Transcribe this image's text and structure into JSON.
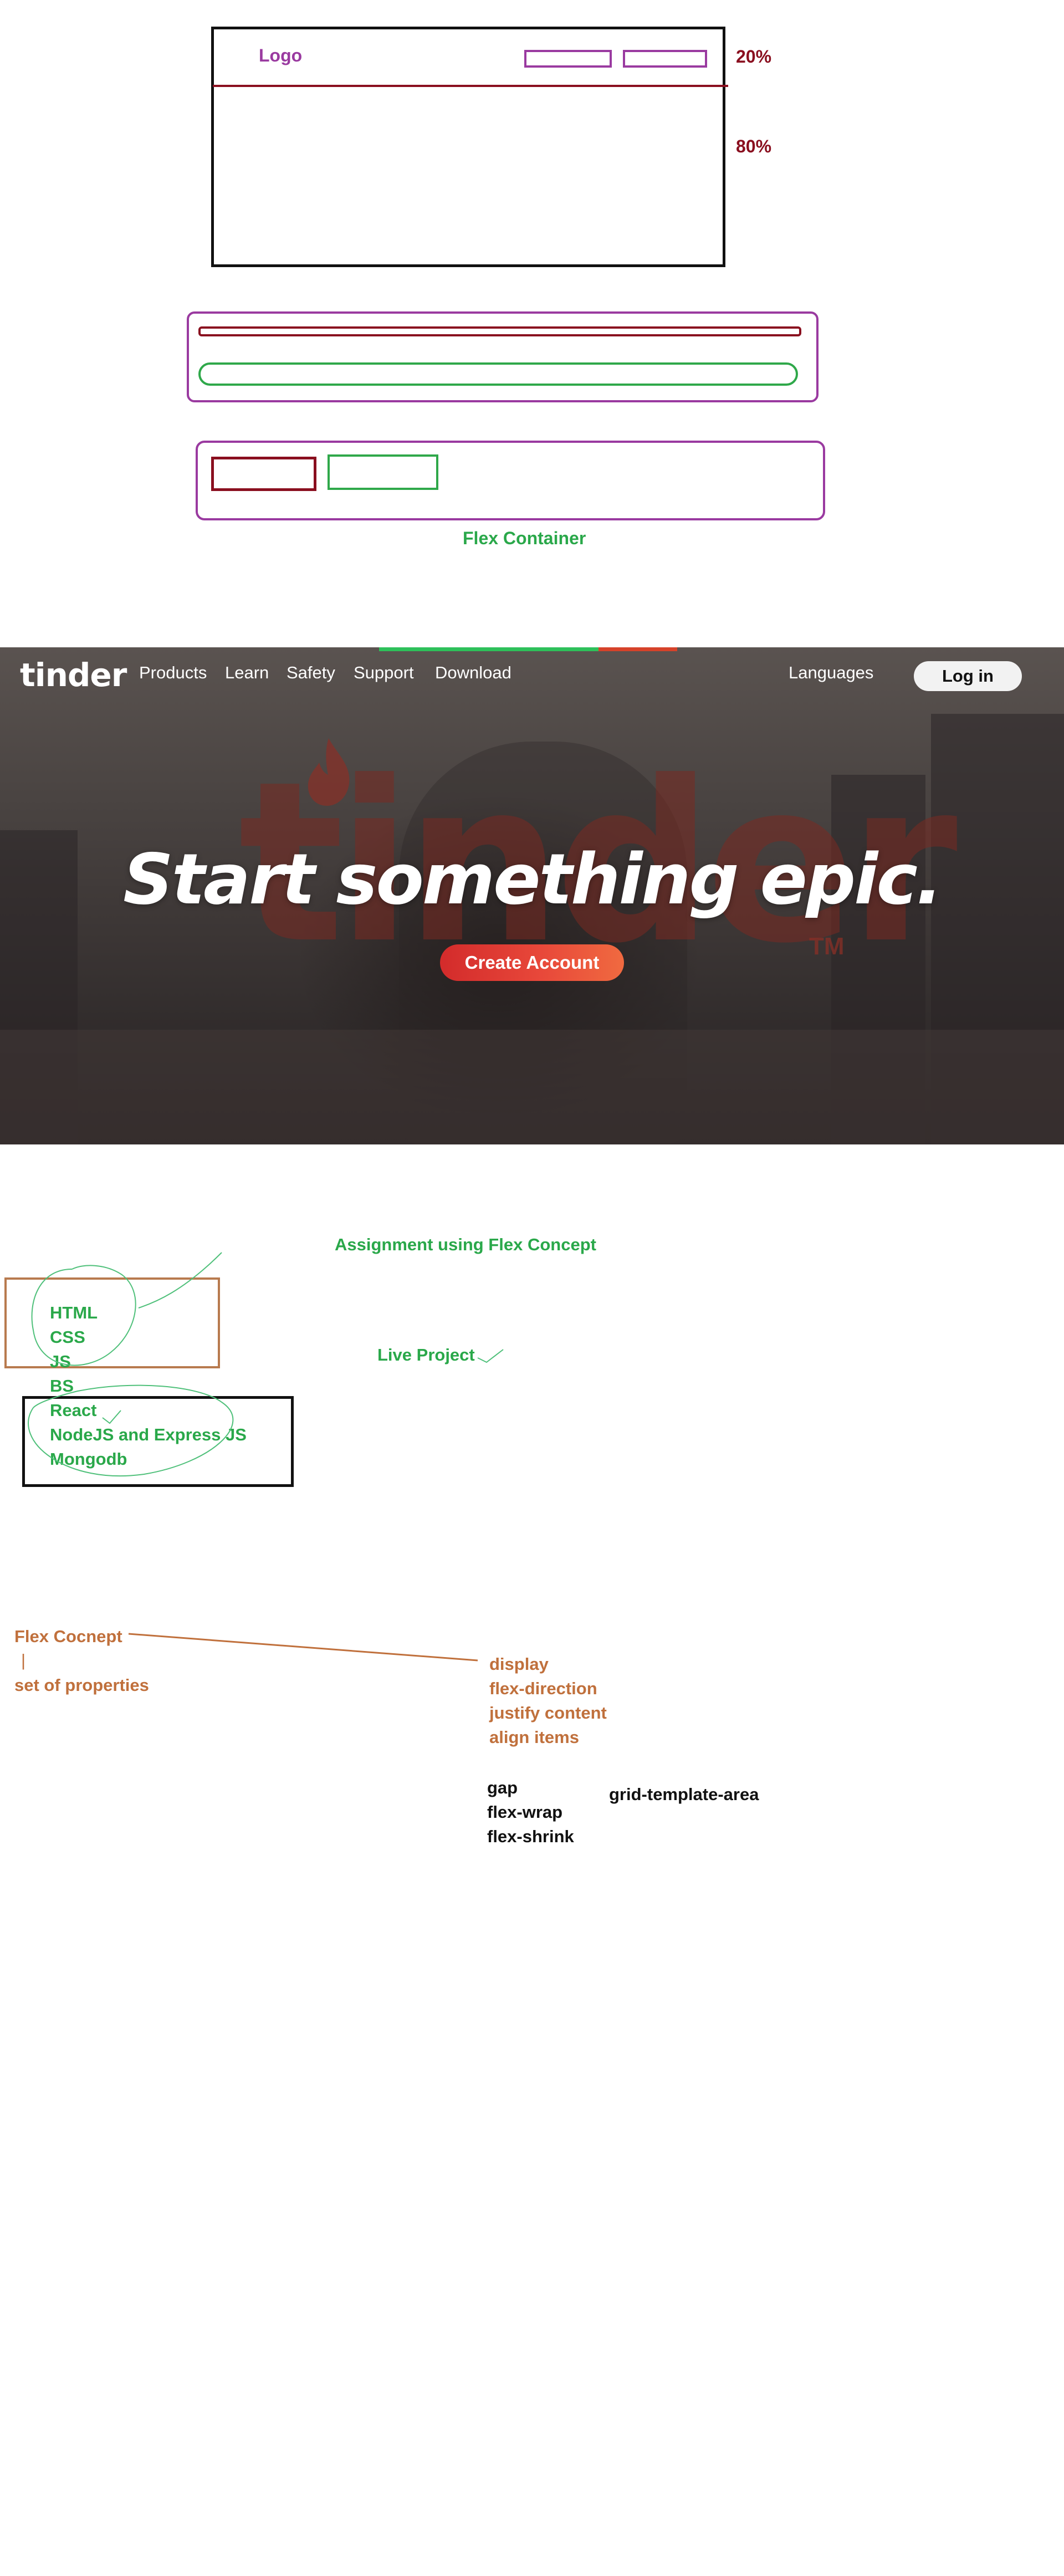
{
  "sketch": {
    "logo_label": "Logo",
    "pct_top": "20%",
    "pct_bottom": "80%",
    "flex_container_label": "Flex Container"
  },
  "tinder": {
    "logo": "tinder",
    "nav": [
      "Products",
      "Learn",
      "Safety",
      "Support",
      "Download"
    ],
    "languages": "Languages",
    "login": "Log in",
    "headline": "Start something epic.",
    "cta": "Create Account",
    "watermark": "tinder",
    "watermark_tm": "TM"
  },
  "notes": {
    "assignment": "Assignment using Flex Concept",
    "live_project": "Live Project",
    "stack": [
      "HTML",
      "CSS",
      "JS",
      "BS",
      "React",
      "NodeJS and Express JS",
      "Mongodb"
    ],
    "flex_concept": "Flex Cocnept",
    "bar": "|",
    "set_of_props": "set of properties",
    "props_orange": [
      "display",
      "flex-direction",
      "justify content",
      "align items"
    ],
    "props_black": [
      "gap",
      "flex-wrap",
      "flex-shrink"
    ],
    "grid_template_area": "grid-template-area"
  },
  "colors": {
    "sketch_purple": "#9a3aa0",
    "sketch_maroon": "#8a0f1f",
    "sketch_green": "#2fa84a",
    "note_orange": "#c0703c",
    "cta_red": "#e8483a"
  }
}
